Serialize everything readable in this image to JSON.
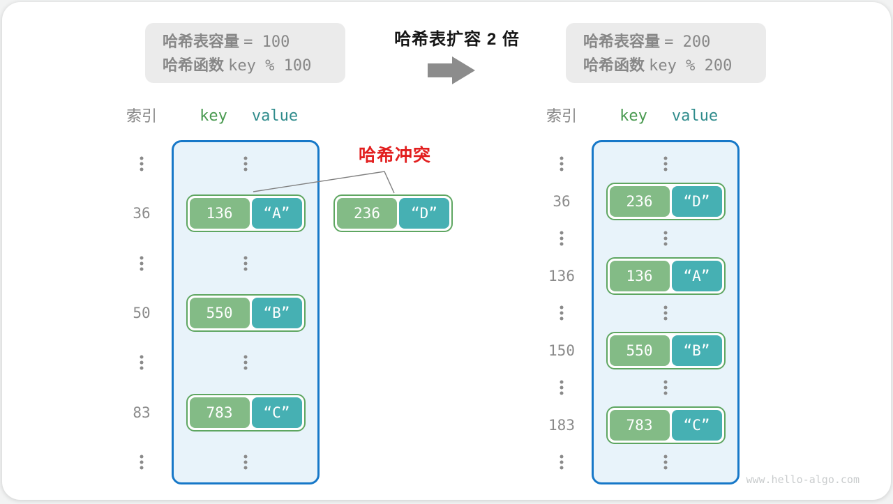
{
  "title": {
    "text": "哈希表扩容 2 倍"
  },
  "info_boxes": {
    "before": {
      "line1_label": "哈希表容量",
      "line1_value": "= 100",
      "line2_label": "哈希函数",
      "line2_value": "key % 100"
    },
    "after": {
      "line1_label": "哈希表容量",
      "line1_value": "= 200",
      "line2_label": "哈希函数",
      "line2_value": "key % 200"
    }
  },
  "collision": {
    "label": "哈希冲突",
    "pair": {
      "key": "236",
      "value": "“D”"
    }
  },
  "tables": {
    "before": {
      "headers": {
        "index": "索引",
        "key": "key",
        "value": "value"
      },
      "rows": [
        {
          "type": "dots"
        },
        {
          "type": "pair",
          "index": "36",
          "key": "136",
          "value": "“A”"
        },
        {
          "type": "dots"
        },
        {
          "type": "pair",
          "index": "50",
          "key": "550",
          "value": "“B”"
        },
        {
          "type": "dots"
        },
        {
          "type": "pair",
          "index": "83",
          "key": "783",
          "value": "“C”"
        },
        {
          "type": "dots"
        }
      ]
    },
    "after": {
      "headers": {
        "index": "索引",
        "key": "key",
        "value": "value"
      },
      "rows": [
        {
          "type": "dots"
        },
        {
          "type": "pair",
          "index": "36",
          "key": "236",
          "value": "“D”"
        },
        {
          "type": "dots"
        },
        {
          "type": "pair",
          "index": "136",
          "key": "136",
          "value": "“A”"
        },
        {
          "type": "dots"
        },
        {
          "type": "pair",
          "index": "150",
          "key": "550",
          "value": "“B”"
        },
        {
          "type": "dots"
        },
        {
          "type": "pair",
          "index": "183",
          "key": "783",
          "value": "“C”"
        },
        {
          "type": "dots"
        }
      ]
    }
  },
  "colors": {
    "key_fill": "#83bb86",
    "value_fill": "#46b0b3",
    "pair_border": "#5ea661",
    "bucket_border": "#1778c8",
    "bucket_fill": "#e8f3fa",
    "info_box_fill": "#ebebeb",
    "gray_text": "#878787",
    "collision_red": "#e21e1e",
    "arrow_gray": "#8c8c8c",
    "key_header_green": "#48994f",
    "value_header_teal": "#2e8b8b"
  },
  "watermark": "www.hello-algo.com"
}
